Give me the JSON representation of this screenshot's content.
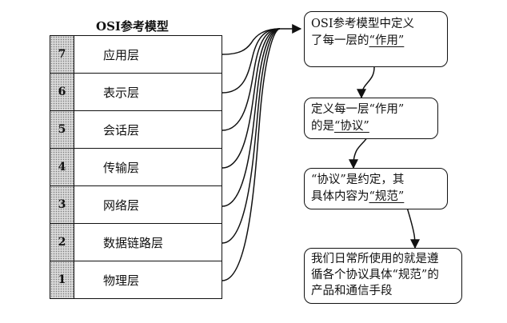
{
  "diagram": {
    "title": "OSI参考模型",
    "layers": [
      {
        "num": "7",
        "name": "应用层"
      },
      {
        "num": "6",
        "name": "表示层"
      },
      {
        "num": "5",
        "name": "会话层"
      },
      {
        "num": "4",
        "name": "传输层"
      },
      {
        "num": "3",
        "name": "网络层"
      },
      {
        "num": "2",
        "name": "数据链路层"
      },
      {
        "num": "1",
        "name": "物理层"
      }
    ],
    "boxes": [
      {
        "line1": "OSI参考模型中定义",
        "line2_prefix": "了每一层的",
        "line2_term": "“作用”"
      },
      {
        "line1": "定义每一层“作用”",
        "line2_prefix": "的是",
        "line2_term": "“协议”"
      },
      {
        "line1": "“协议”是约定，其",
        "line2_prefix": "具体内容为",
        "line2_term": "“规范”"
      },
      {
        "line1": "我们日常所使用的就是遵",
        "line2": "循各个协议具体“规范”的",
        "line3": "产品和通信手段"
      }
    ]
  }
}
